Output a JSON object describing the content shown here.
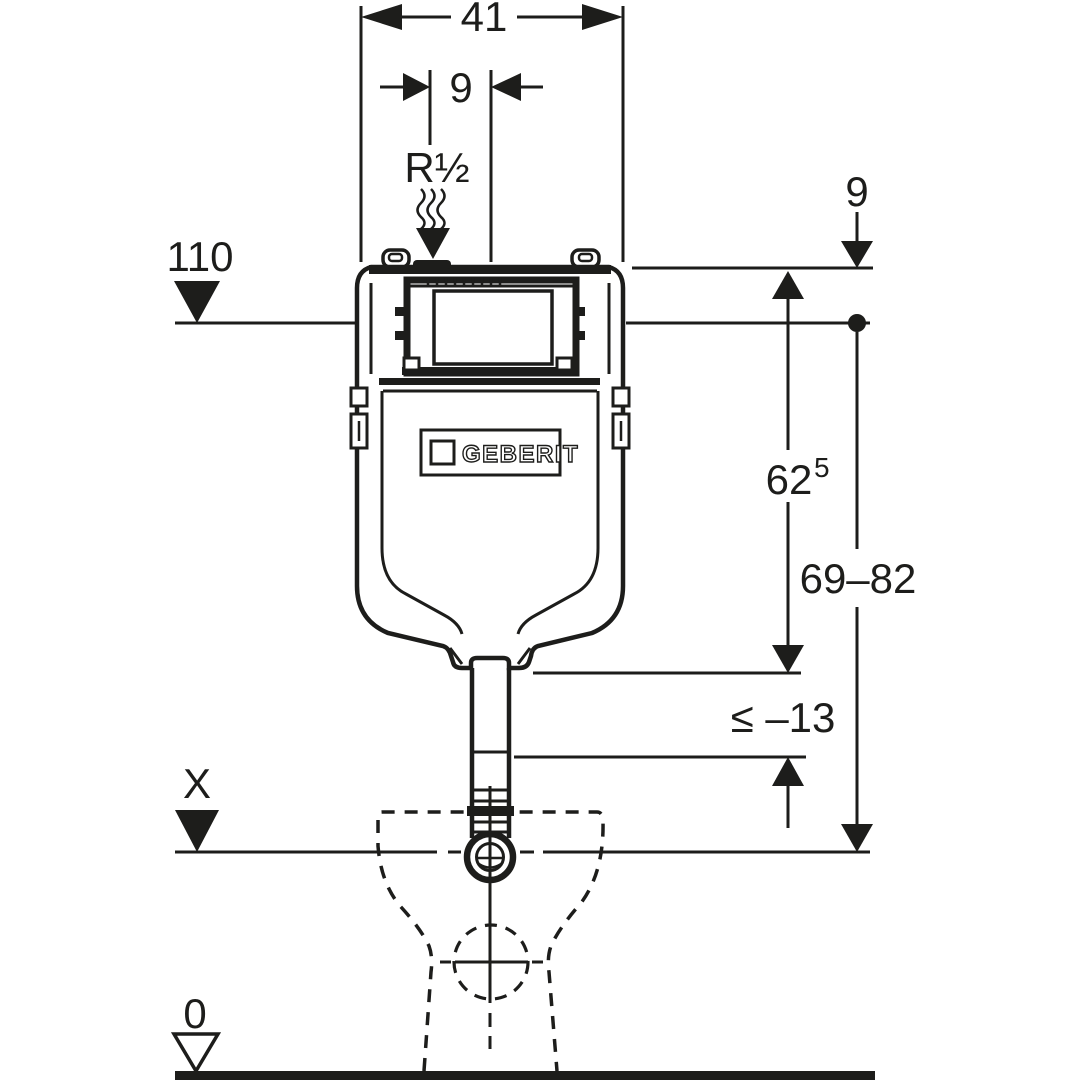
{
  "brand": {
    "name": "GEBERIT"
  },
  "labels": {
    "width_41": "41",
    "offset_9": "9",
    "supply_thread": "R½",
    "height_110": "110",
    "top_9": "9",
    "cistern_height_main": "62",
    "cistern_height_sup": "5",
    "install_range": "69–82",
    "pipe_cut": "≤ –13",
    "level_x": "X",
    "level_zero": "0"
  },
  "colors": {
    "line": "#1d1d1b",
    "background": "#ffffff"
  }
}
